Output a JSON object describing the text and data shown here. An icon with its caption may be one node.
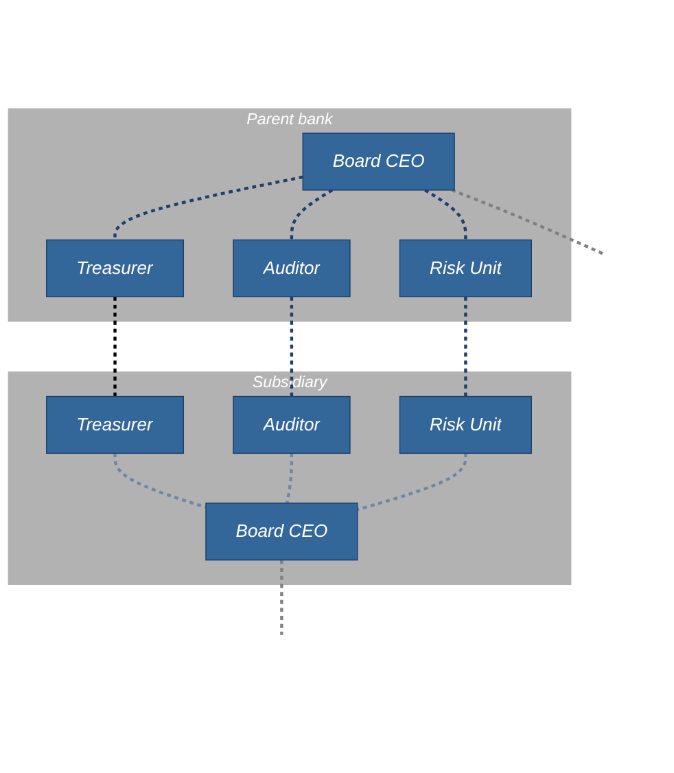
{
  "diagram": {
    "nodes": [
      {
        "text": [
          "Parent bank"
        ]
      },
      {
        "text": [
          "Board CEO"
        ],
        "in": 0
      },
      {
        "text": [
          "Treasurer"
        ],
        "in": 0
      },
      {
        "text": [
          "Auditor"
        ],
        "in": 0
      },
      {
        "text": [
          "Risk Unit"
        ],
        "in": 0
      },
      {
        "text": [
          "Subsidiary"
        ]
      },
      {
        "text": [
          "Treasurer"
        ],
        "in": 5
      },
      {
        "text": [
          "Auditor"
        ],
        "in": 5
      },
      {
        "text": [
          "Risk Unit"
        ],
        "in": 5
      },
      {
        "text": [
          "Board CEO"
        ],
        "in": 5
      }
    ],
    "edges": [
      {
        "from": 1,
        "to": 2,
        "arrow": "none",
        "style": "dashed"
      },
      {
        "from": 1,
        "to": 3,
        "arrow": "none",
        "style": "dashed"
      },
      {
        "from": 1,
        "to": 4,
        "arrow": "none",
        "style": "dashed"
      },
      {
        "from": 1,
        "to": null,
        "arrow": "none",
        "style": "dashed",
        "color": "#808080"
      },
      {
        "from": 2,
        "to": 6,
        "arrow": "none",
        "style": "dashed",
        "color": "#000000"
      },
      {
        "from": 3,
        "to": 7,
        "arrow": "none",
        "style": "dashed"
      },
      {
        "from": 4,
        "to": 8,
        "arrow": "none",
        "style": "dashed"
      },
      {
        "from": 6,
        "to": 9,
        "arrow": "none",
        "style": "dashed",
        "color": "#6f87a3"
      },
      {
        "from": 7,
        "to": 9,
        "arrow": "none",
        "style": "dashed",
        "color": "#6f87a3"
      },
      {
        "from": 8,
        "to": 9,
        "arrow": "none",
        "style": "dashed",
        "color": "#6f87a3"
      },
      {
        "from": 9,
        "to": null,
        "arrow": "none",
        "style": "dashed",
        "color": "#808080"
      }
    ]
  }
}
